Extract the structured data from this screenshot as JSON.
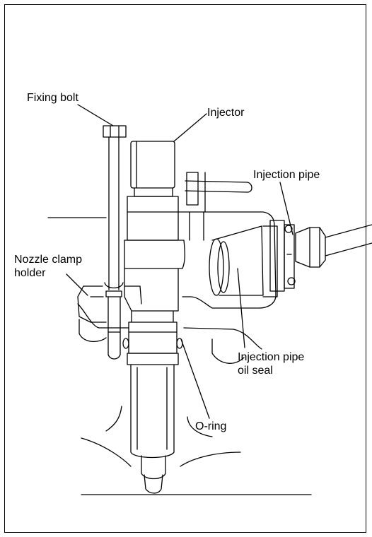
{
  "labels": {
    "fixing_bolt": "Fixing bolt",
    "injector": "Injector",
    "injection_pipe": "Injection pipe",
    "nozzle_clamp_holder_line1": "Nozzle clamp",
    "nozzle_clamp_holder_line2": "holder",
    "injection_pipe_oil_seal_line1": "Injection pipe",
    "injection_pipe_oil_seal_line2": "oil seal",
    "o_ring": "O-ring"
  }
}
